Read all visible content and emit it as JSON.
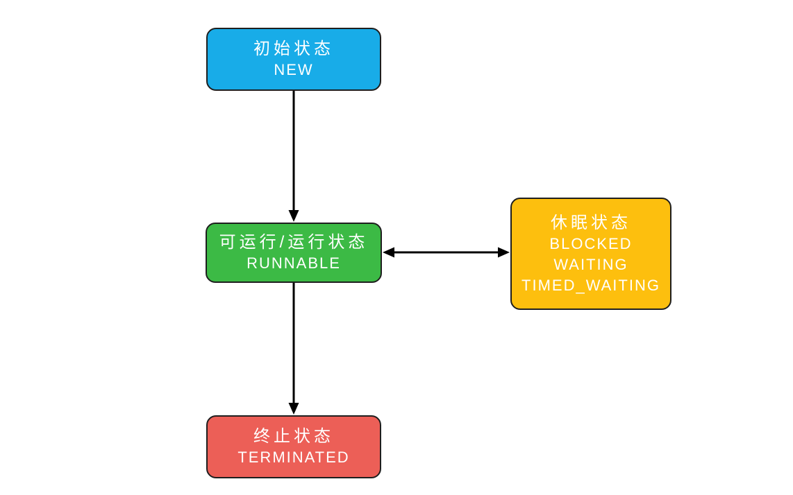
{
  "diagram": {
    "background_color": "#ffffff",
    "arrow_color": "#000000",
    "node_border_color": "#1e1e1e",
    "node_text_color": "#ffffff",
    "nodes": {
      "new": {
        "id": "new",
        "fill": "#18ace8",
        "label_zh": "初始状态",
        "label_en": "NEW"
      },
      "runnable": {
        "id": "runnable",
        "fill": "#3cba45",
        "label_zh": "可运行/运行状态",
        "label_en": "RUNNABLE"
      },
      "sleep": {
        "id": "sleep",
        "fill": "#fdbf0e",
        "label_zh": "休眠状态",
        "label_en_lines": {
          "0": "BLOCKED",
          "1": "WAITING",
          "2": "TIMED_WAITING"
        }
      },
      "terminated": {
        "id": "terminated",
        "fill": "#ec5f57",
        "label_zh": "终止状态",
        "label_en": "TERMINATED"
      }
    },
    "edges": [
      {
        "from": "new",
        "to": "runnable",
        "direction": "one-way"
      },
      {
        "from": "runnable",
        "to": "sleep",
        "direction": "two-way"
      },
      {
        "from": "runnable",
        "to": "terminated",
        "direction": "one-way"
      }
    ]
  }
}
